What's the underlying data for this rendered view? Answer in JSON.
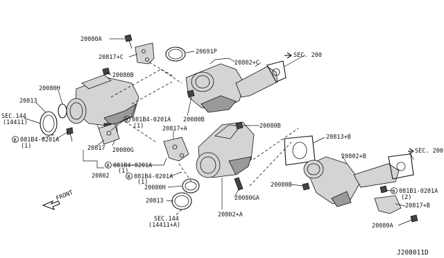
{
  "labels": {
    "p20080a_top": "20080A",
    "p20817c": "20817+C",
    "p20691p": "20691P",
    "p20802c": "20802+C",
    "sec200_top": "SEC. 200",
    "p20080b_top": "20080B",
    "p20080h_left": "20080H",
    "p20813_left": "20813",
    "sec144_left": "SEC.144",
    "sec144_left_sub": "(14411)",
    "p20080b_mid": "20080B",
    "bolt_b_left": "081B4-0201A",
    "bolt_b_left_qty": "(1)",
    "bolt_b_mid": "081B4-0201A",
    "bolt_b_mid_qty": "(1)",
    "p20817a": "20817+A",
    "p20080b_r1": "20080B",
    "p20813b": "20813+B",
    "p20817": "20817",
    "p20080g": "20080G",
    "bolt_b_low1": "081B4-0201A",
    "bolt_b_low1_qty": "(1)",
    "p20802b": "20802+B",
    "sec200_right": "SEC. 200",
    "p20802": "20802",
    "bolt_b_low2": "081B4-0201A",
    "bolt_b_low2_qty": "(1)",
    "p20080b_r2": "20080B",
    "p20080h_low": "20080H",
    "bolt_b_right": "081B1-0201A",
    "bolt_b_right_qty": "(2)",
    "front": "FRONT",
    "p20813_low": "20813",
    "p20080ga": "20080GA",
    "p20817b": "20817+B",
    "sec144_low": "SEC.144",
    "sec144_low_sub": "(14411+A)",
    "p20802a": "20802+A",
    "p20080a_low": "20080A",
    "diagram_id": "J208011D"
  },
  "bolt_marker": "B"
}
